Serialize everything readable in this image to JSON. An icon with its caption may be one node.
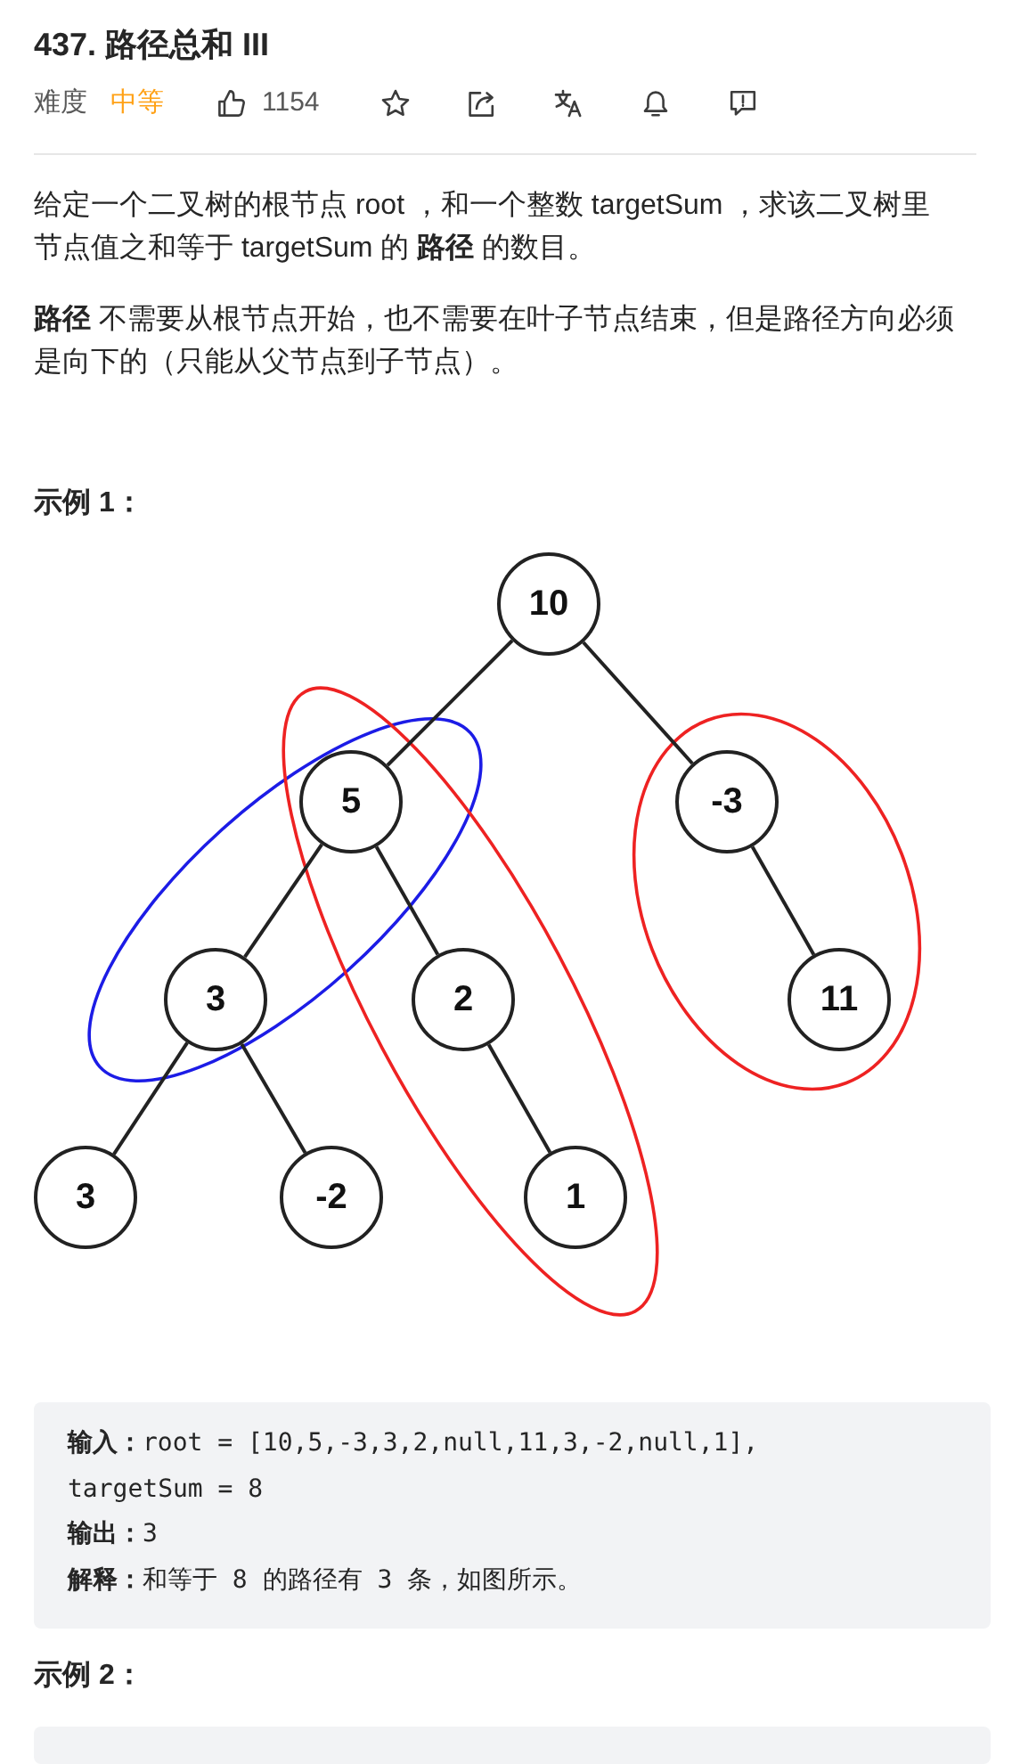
{
  "diagram": {
    "title": "437. 路径总和 III",
    "nodes": [
      {
        "text": [
          "10"
        ]
      },
      {
        "text": [
          "5"
        ]
      },
      {
        "text": [
          "-3"
        ]
      },
      {
        "text": [
          "3"
        ]
      },
      {
        "text": [
          "2"
        ]
      },
      {
        "text": [
          "11"
        ]
      },
      {
        "text": [
          "3"
        ]
      },
      {
        "text": [
          "-2"
        ]
      },
      {
        "text": [
          "1"
        ]
      },
      {
        "text": [],
        "shape": "box"
      }
    ],
    "edges": [
      {
        "from": 0,
        "to": 1,
        "arrow": "none"
      },
      {
        "from": 0,
        "to": 2,
        "arrow": "none"
      },
      {
        "from": 1,
        "to": 3,
        "arrow": "none"
      },
      {
        "from": 1,
        "to": 4,
        "arrow": "none"
      },
      {
        "from": 2,
        "to": 5,
        "arrow": "none"
      },
      {
        "from": 3,
        "to": 6,
        "arrow": "none"
      },
      {
        "from": 3,
        "to": 7,
        "arrow": "none"
      },
      {
        "from": 4,
        "to": 8,
        "arrow": "none"
      }
    ],
    "labels": [
      "难度",
      "中等",
      "1154",
      "给定一个二叉树的根节点 root ，和一个整数 targetSum ，求该二叉树里节点值之和等于 targetSum 的 **路径** 的数目。",
      "**路径** 不需要从根节点开始，也不需要在叶子节点结束，但是路径方向必须是向下的（只能从父节点到子节点）。",
      "示例 1：",
      "**输入：**root = [10,5,-3,3,2,null,11,3,-2,null,1], targetSum = 8",
      "**输出：**3",
      "**解释：**和等于 8 的路径有 3 条，如图所示。",
      "示例 2："
    ]
  }
}
